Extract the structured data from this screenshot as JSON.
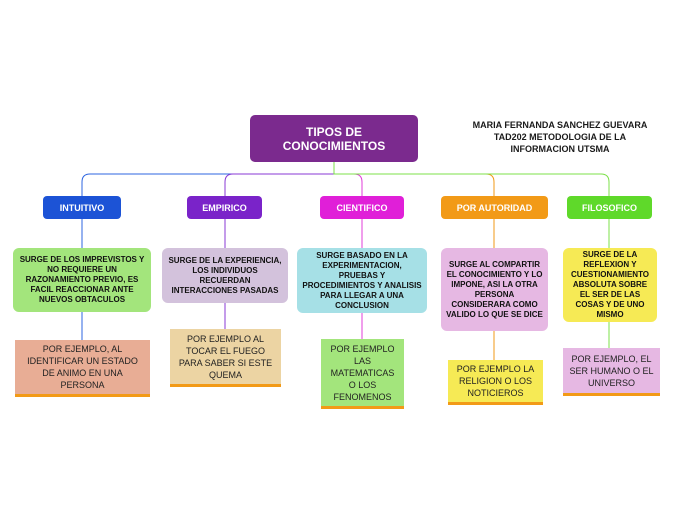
{
  "root": {
    "label": "TIPOS DE\nCONOCIMIENTOS"
  },
  "author": {
    "text": "MARIA FERNANDA SANCHEZ GUEVARA\nTAD202 METODOLOGIA DE LA\nINFORMACION   UTSMA"
  },
  "branches": [
    {
      "title": "INTUITIVO",
      "description": "SURGE DE LOS IMPREVISTOS Y NO REQUIERE UN RAZONAMIENTO PREVIO, ES FACIL REACCIONAR ANTE NUEVOS OBTACULOS",
      "example": "POR EJEMPLO, AL IDENTIFICAR UN ESTADO DE ANIMO EN UNA PERSONA",
      "colors": {
        "title_bg": "#1c53d6",
        "desc_bg": "#a3e57c",
        "example_bg": "#e8ad95",
        "line": "#2e66e0"
      }
    },
    {
      "title": "EMPIRICO",
      "description": "SURGE DE LA EXPERIENCIA, LOS INDIVIDUOS RECUERDAN INTERACCIONES PASADAS",
      "example": "POR EJEMPLO AL TOCAR EL FUEGO PARA SABER SI ESTE QUEMA",
      "colors": {
        "title_bg": "#7a23c9",
        "desc_bg": "#d3c2dc",
        "example_bg": "#ecd4a3",
        "line": "#8a3ad6"
      }
    },
    {
      "title": "CIENTIFICO",
      "description": "SURGE BASADO EN LA EXPERIMENTACION, PRUEBAS Y PROCEDIMIENTOS Y ANALISIS PARA LLEGAR A UNA CONCLUSION",
      "example": "POR EJEMPLO LAS MATEMATICAS O LOS FENOMENOS",
      "colors": {
        "title_bg": "#e01fd8",
        "desc_bg": "#a6e0e6",
        "example_bg": "#a3e57c",
        "line": "#e03cd9"
      }
    },
    {
      "title": "POR AUTORIDAD",
      "description": "SURGE AL COMPARTIR EL CONOCIMIENTO Y LO IMPONE, ASI LA OTRA PERSONA CONSIDERARA COMO VALIDO LO QUE SE DICE",
      "example": "POR EJEMPLO LA RELIGION O LOS NOTICIEROS",
      "colors": {
        "title_bg": "#f29a17",
        "desc_bg": "#e6b8e3",
        "example_bg": "#f6ea55",
        "line": "#f29a17"
      }
    },
    {
      "title": "FILOSOFICO",
      "description": "SURGE DE LA REFLEXION Y CUESTIONAMIENTO ABSOLUTA SOBRE EL SER DE LAS COSAS Y DE UNO MISMO",
      "example": "POR EJEMPLO, EL SER HUMANO O EL UNIVERSO",
      "colors": {
        "title_bg": "#5fd92a",
        "desc_bg": "#f6ea55",
        "example_bg": "#e6b8e3",
        "line": "#7ce04a"
      }
    }
  ]
}
